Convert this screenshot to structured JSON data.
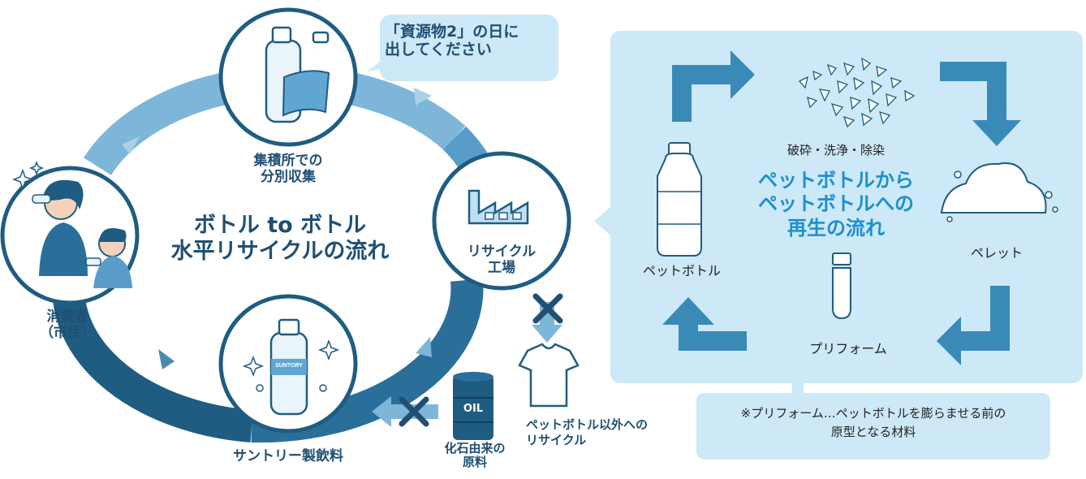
{
  "left_cycle": {
    "title_line1": "ボトル to ボトル",
    "title_line2": "水平リサイクルの流れ",
    "callout_line1": "「資源物2」の日に",
    "callout_line2": "出してください",
    "collection_line1": "集積所での",
    "collection_line2": "分別収集",
    "factory_line1": "リサイクル",
    "factory_line2": "工場",
    "consumer_line1": "消費者",
    "consumer_line2": "（市民）",
    "product_label": "サントリー製飲料",
    "bottle_brand": "SUNTORY",
    "oil_text": "OIL",
    "fossil_line1": "化石由来の",
    "fossil_line2": "原料",
    "other_recycle_line1": "ペットボトル以外への",
    "other_recycle_line2": "リサイクル"
  },
  "right_panel": {
    "title_line1": "ペットボトルから",
    "title_line2": "ペットボトルへの",
    "title_line3": "再生の流れ",
    "step_crush": "破砕・洗浄・除染",
    "step_pellet": "ペレット",
    "step_preform": "プリフォーム",
    "step_bottle": "ペットボトル",
    "note_line1": "※プリフォーム…ペットボトルを膨らませる前の",
    "note_line2": "原型となる材料"
  },
  "colors": {
    "dark_blue": "#1f5c82",
    "mid_blue": "#3a8ab8",
    "light_panel": "#cde8f6",
    "accent_title": "#1c8fd0"
  }
}
